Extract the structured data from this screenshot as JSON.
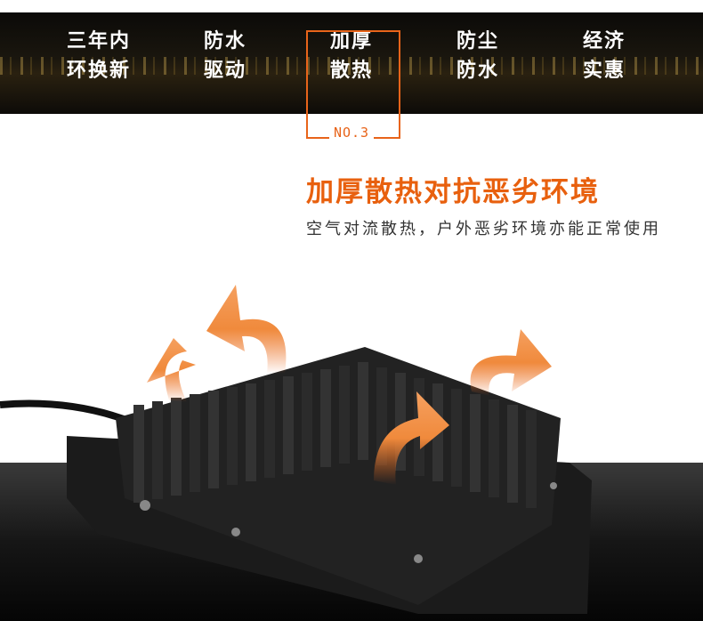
{
  "features": [
    {
      "line1": "三年内",
      "line2": "环换新"
    },
    {
      "line1": "防水",
      "line2": "驱动"
    },
    {
      "line1": "加厚",
      "line2": "散热"
    },
    {
      "line1": "防尘",
      "line2": "防水"
    },
    {
      "line1": "经济",
      "line2": "实惠"
    }
  ],
  "highlight": {
    "label": "NO.3"
  },
  "section": {
    "title": "加厚散热对抗恶劣环境",
    "subtitle": "空气对流散热，户外恶劣环境亦能正常使用"
  },
  "colors": {
    "accent": "#e8641a",
    "banner": "#0b0a08"
  }
}
